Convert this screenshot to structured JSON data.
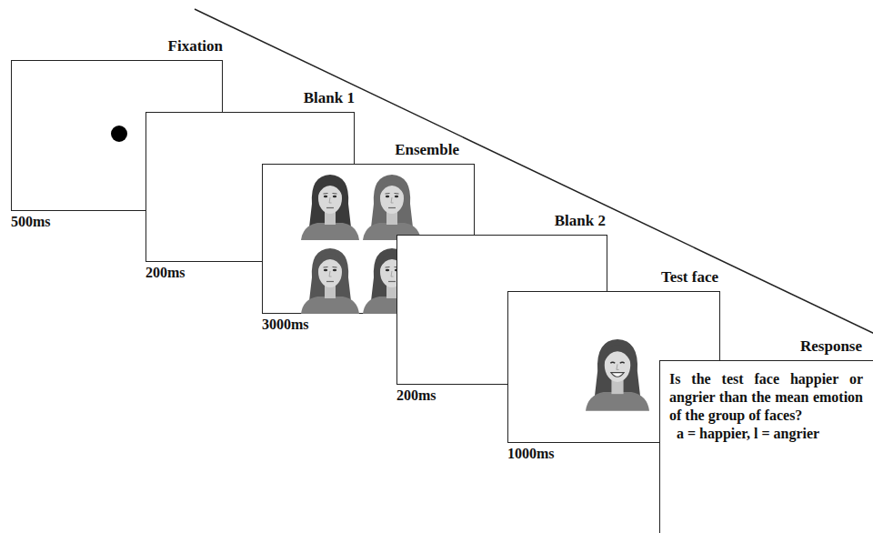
{
  "diagram": {
    "nodes": [
      {
        "text": [
          "Fixation",
          "500ms"
        ]
      },
      {
        "text": [
          "Blank 1",
          "200ms"
        ]
      },
      {
        "text": [
          "Ensemble",
          "3000ms"
        ]
      },
      {
        "text": [
          "Blank 2",
          "200ms"
        ]
      },
      {
        "text": [
          "Test face",
          "1000ms"
        ]
      },
      {
        "text": [
          "Response",
          "Is the test face happier or angrier than the mean emotion of the group of faces?",
          "a = happier, l = angrier"
        ]
      }
    ]
  }
}
